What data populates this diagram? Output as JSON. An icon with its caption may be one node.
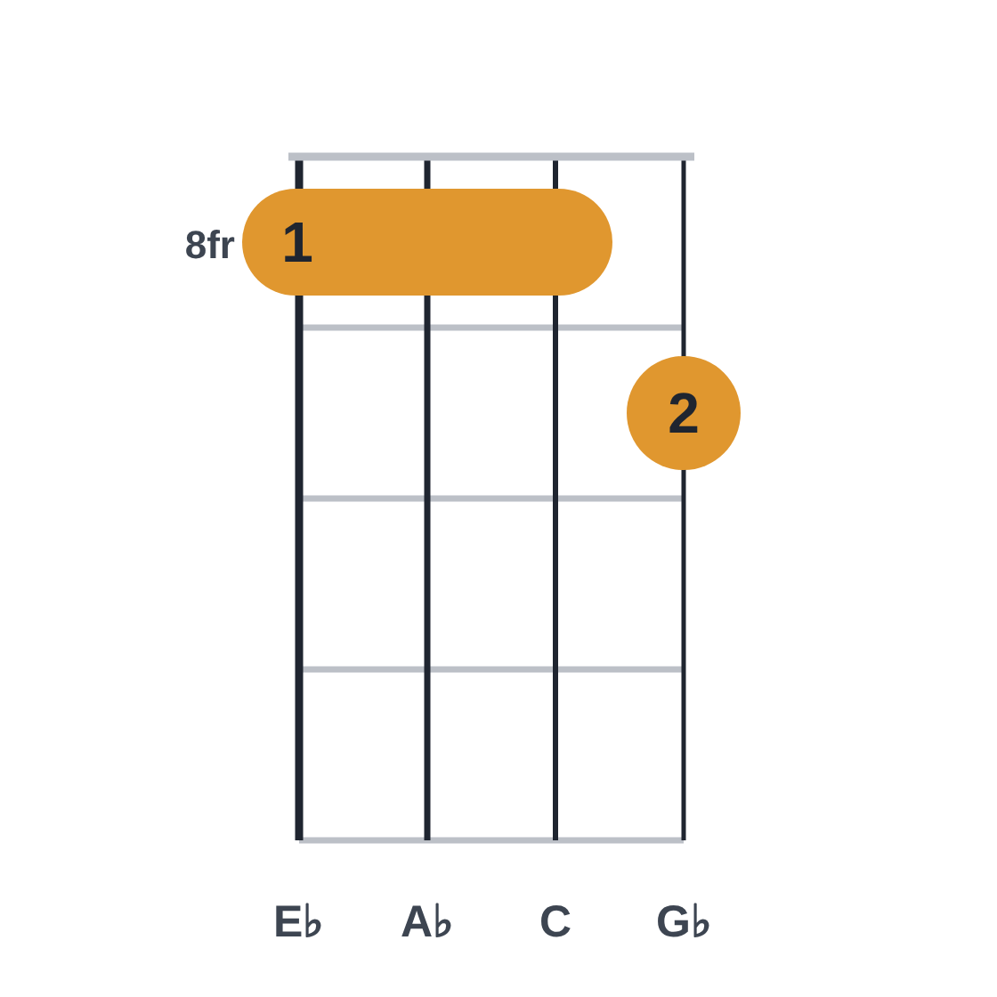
{
  "diagram": {
    "nodes": [
      {
        "text": [
          "1"
        ]
      },
      {
        "text": [
          "2"
        ]
      }
    ],
    "labels": [
      "8fr",
      "E♭",
      "A♭",
      "C",
      "G♭"
    ]
  }
}
